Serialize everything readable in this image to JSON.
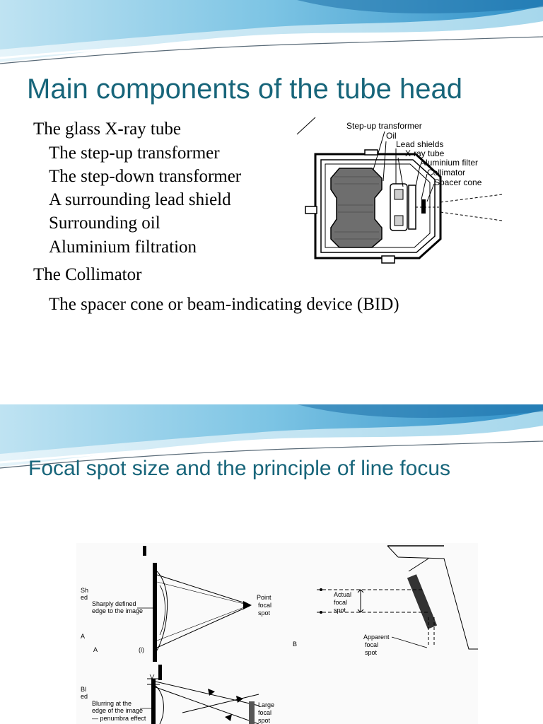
{
  "slide1": {
    "title": "Main components of the tube head",
    "bullets": [
      "The glass X-ray tube",
      "The step-up transformer",
      "The step-down transformer",
      "A surrounding lead shield",
      "Surrounding oil",
      "Aluminium filtration",
      "The Collimator",
      "The spacer cone or beam-indicating device (BID)"
    ],
    "diagram_labels": {
      "step_up": "Step-up transformer",
      "oil": "Oil",
      "lead": "Lead shields",
      "xray": "X-ray tube",
      "alum": "Aluminium filter",
      "coll": "Collimator",
      "spacer": "Spacer cone"
    }
  },
  "slide2": {
    "title": "Focal spot size and the principle of line focus",
    "figure_labels": {
      "sh": "Sh",
      "ed": "ed",
      "sharp1": "Sharply defined",
      "sharp2": "edge to the image",
      "point1": "Point",
      "point2": "focal",
      "point3": "spot",
      "a_left": "A",
      "a_mid": "A",
      "i": "(i)",
      "bl": "Bl",
      "ed2": "ed",
      "blur1": "Blurring at the",
      "blur2": "edge of the image",
      "blur3": "— penumbra effect",
      "large1": "Large",
      "large2": "focal",
      "large3": "spot",
      "actual1": "Actual",
      "actual2": "focal",
      "actual3": "spot",
      "apparent1": "Apparent",
      "apparent2": "focal",
      "apparent3": "spot",
      "b": "B"
    }
  }
}
